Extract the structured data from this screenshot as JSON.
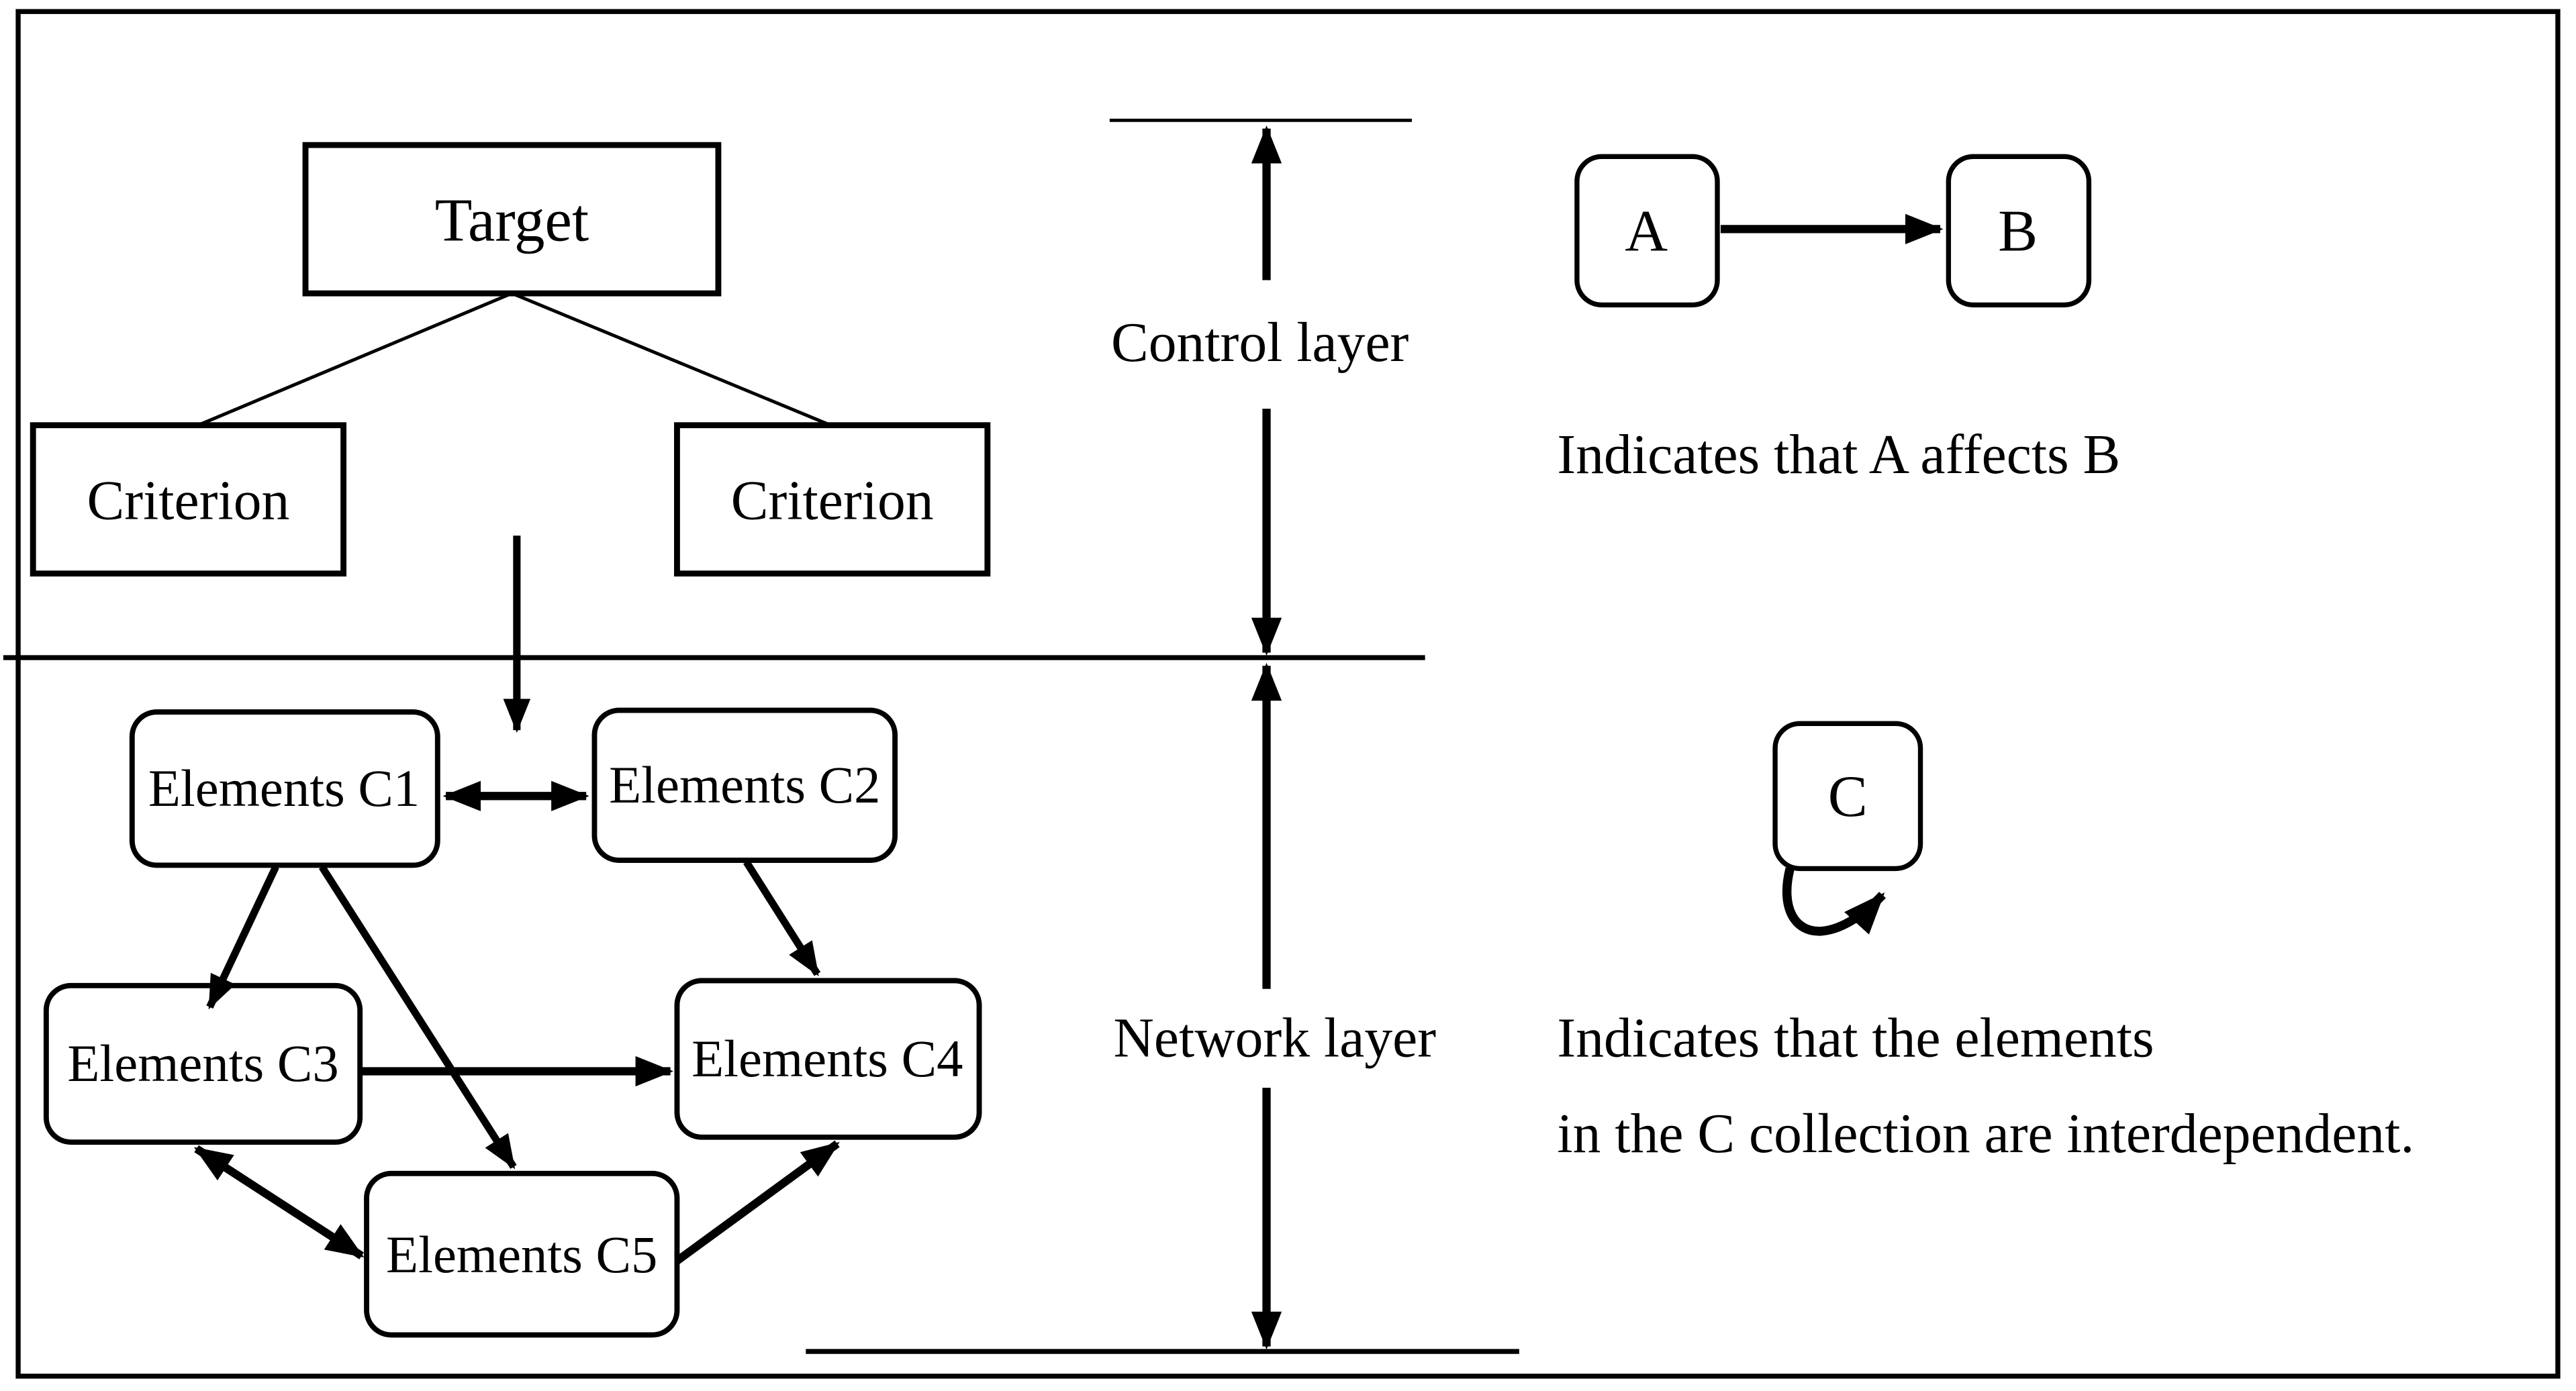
{
  "figure": {
    "control_layer": {
      "label": "Control layer",
      "target": "Target",
      "criterion_left": "Criterion",
      "criterion_right": "Criterion"
    },
    "network_layer": {
      "label": "Network layer",
      "elements": [
        "Elements C1",
        "Elements C2",
        "Elements C3",
        "Elements C4",
        "Elements C5"
      ]
    },
    "legend": {
      "node_a": "A",
      "node_b": "B",
      "ab_caption": "Indicates that A affects B",
      "node_c": "C",
      "c_caption_line1": "Indicates that the elements",
      "c_caption_line2": "in the C collection are interdependent."
    },
    "colors": {
      "ink": "#000000",
      "background": "#ffffff"
    }
  }
}
